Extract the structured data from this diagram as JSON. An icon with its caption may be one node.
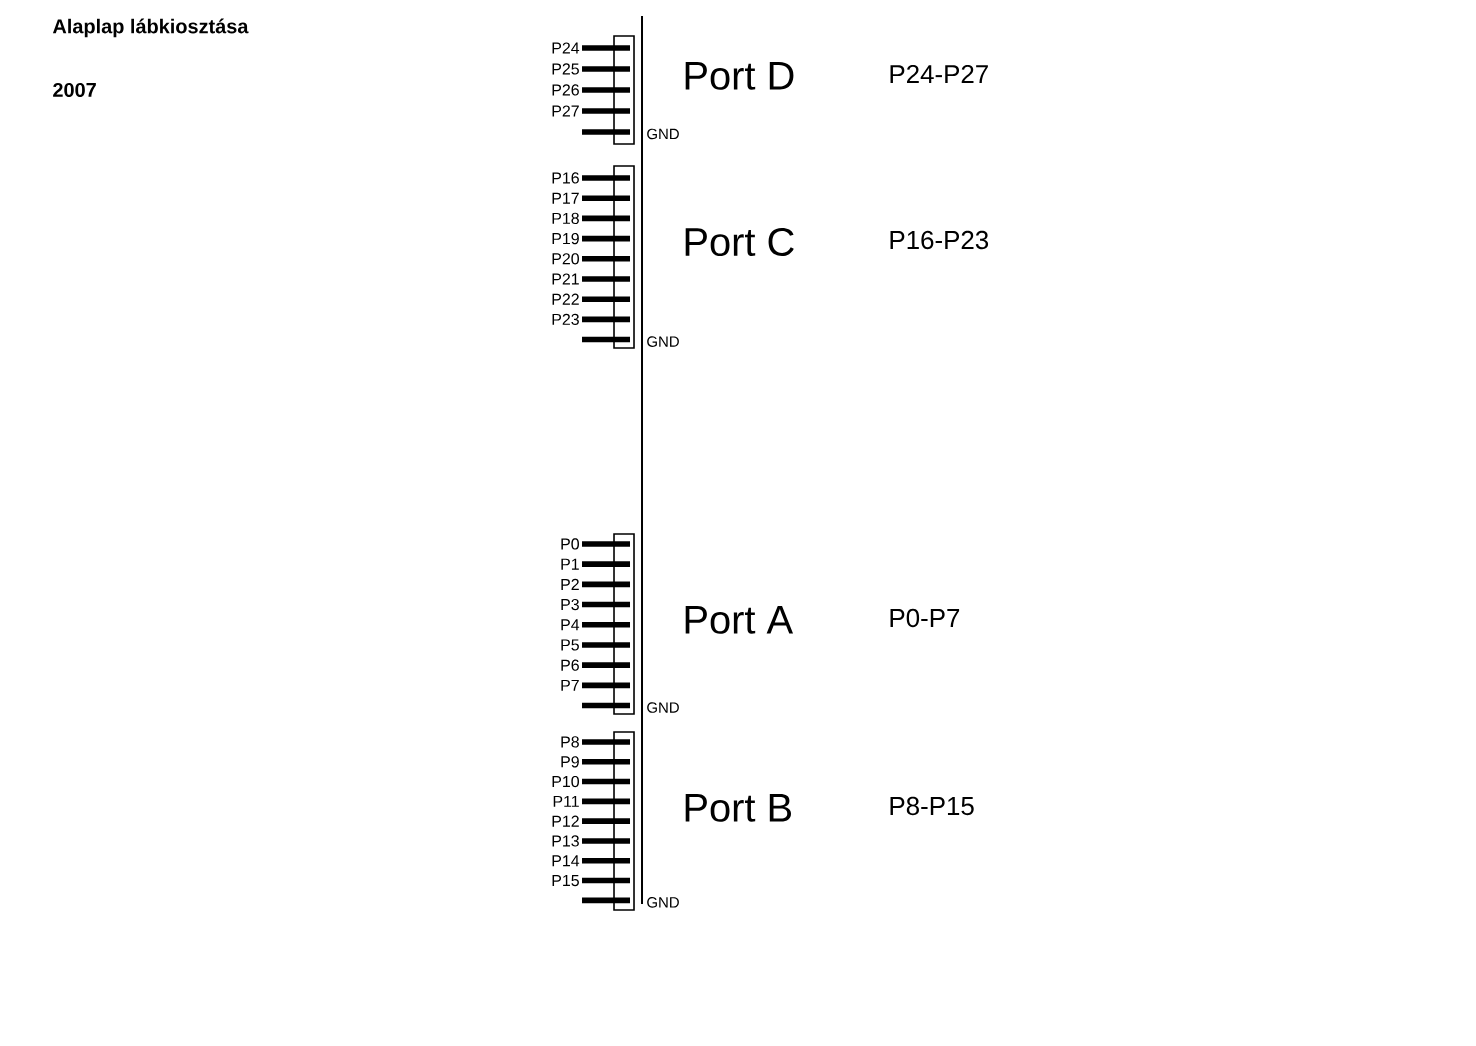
{
  "diagram": {
    "title": "Alaplap lábkiosztása",
    "labels": [
      "2007",
      "P24",
      "P25",
      "P26",
      "P27",
      "GND",
      "Port D",
      "P24-P27",
      "P16",
      "P17",
      "P18",
      "P19",
      "P20",
      "P21",
      "P22",
      "P23",
      "GND",
      "Port C",
      "P16-P23",
      "P0",
      "P1",
      "P2",
      "P3",
      "P4",
      "P5",
      "P6",
      "P7",
      "GND",
      "Port A",
      "P0-P7",
      "P8",
      "P9",
      "P10",
      "P11",
      "P12",
      "P13",
      "P14",
      "P15",
      "GND",
      "Port B",
      "P8-P15"
    ]
  }
}
